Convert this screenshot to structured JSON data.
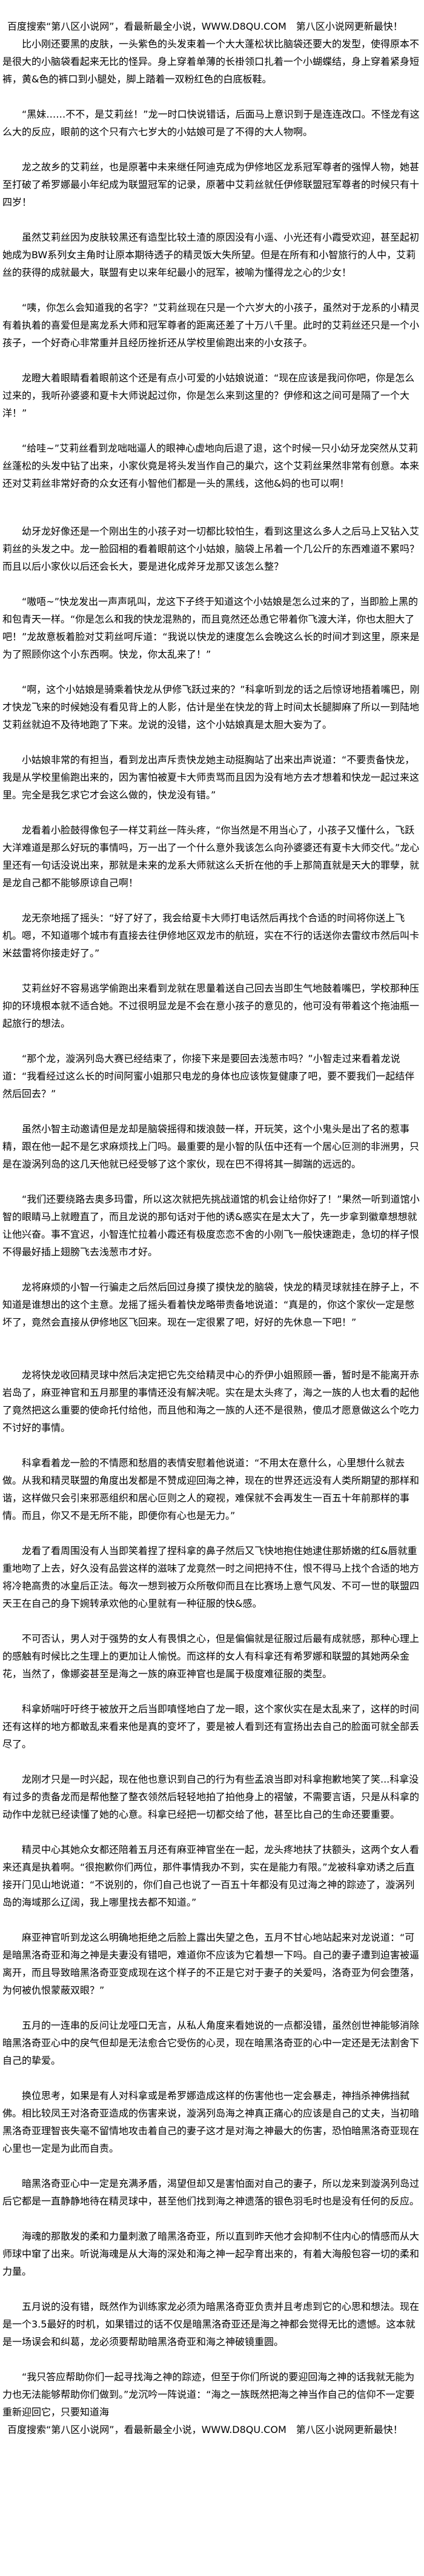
{
  "banner": {
    "text": "百度搜索“第八区小说网”，看最新最全小说，WWW.D8QU.COM　第八区小说网更新最快！"
  },
  "paragraphs": [
    "比小刚还要黑的皮肤，一头紫色的头发束着一个大大蓬松状比脑袋还要大的发型，使得原本不是很大的小脑袋看起来无比的怪异。身上穿着单薄的长褂领口扎着一个小蝴蝶结，身上穿着紧身短裤，黄&色的裤口到小腿处，脚上踏着一双粉红色的白底板鞋。",
    "“黑妹……不不，是艾莉丝！”龙一时口快说错话，后面马上意识到于是连连改口。不怪龙有这么大的反应，眼前的这个只有六七岁大的小姑娘可是了不得的大人物啊。",
    "龙之故乡的艾莉丝，也是原著中未来继任阿迪克成为伊修地区龙系冠军尊者的强悍人物，她甚至打破了希罗娜最小年纪成为联盟冠军的记录，原著中艾莉丝就任伊修联盟冠军尊者的时候只有十四岁！",
    "虽然艾莉丝因为皮肤较黑还有造型比较土渣的原因没有小遥、小光还有小霞受欢迎，甚至起初她成为BW系列女主角时让原本期待透子的精灵饭大失所望。但是在所有和小智旅行的人中，艾莉丝的获得的成就最大，联盟有史以来年纪最小的冠军，被喻为懂得龙之心的少女！",
    "“咦，你怎么会知道我的名字？”艾莉丝现在只是一个六岁大的小孩子，虽然对于龙系的小精灵有着执着的喜爱但是离龙系大师和冠军尊者的距离还差了十万八千里。此时的艾莉丝还只是一个小孩子，一个好奇心非常重并且经历挫折还从学校里偷跑出来的小女孩子。",
    "龙瞪大着眼睛看着眼前这个还是有点小可爱的小姑娘说道：“现在应该是我问你吧，你是怎么过来的，我听孙婆婆和夏卡大师说起过你，你是怎么来到这里的？伊修和这之间可是隔了一个大洋！”",
    "“给哇~”艾莉丝看到龙咄咄逼人的眼神心虚地向后退了退，这个时候一只小幼牙龙突然从艾莉丝蓬松的头发中钻了出来，小家伙竟是将头发当作自己的巢穴，这个艾莉丝果然非常有创意。本来还对艾莉丝非常好奇的众女还有小智他们都是一头的黑线，这他&妈的也可以啊！",
    "幼牙龙好像还是一个刚出生的小孩子对一切都比较怕生，看到这里这么多人之后马上又钻入艾莉丝的头发之中。龙一脸囧相的看着眼前这个小姑娘，脑袋上吊着一个几公斤的东西难道不累吗？而且以后小家伙以后还会长大，要是进化成斧牙龙那又该怎么整？",
    "“嗷唔~”快龙发出一声声吼叫，龙这下子终于知道这个小姑娘是怎么过来的了，当即脸上黑的和包青天一样。“你是怎么和我的快龙混熟的，而且竟然还怂恿它带着你飞渡大洋，你也太胆大了吧！”龙故意板着脸对艾莉丝呵斥道：“我说以快龙的速度怎么会晚这么长的时间才到这里，原来是为了照顾你这个小东西啊。快龙，你太乱来了！”",
    "“啊，这个小姑娘是骑乘着快龙从伊修飞跃过来的？”科拿听到龙的话之后惊讶地捂着嘴巴，刚才快龙飞来的时候她没有看见背上的人影，估计是坐在快龙的背上时间太长腿脚麻了所以一到陆地艾莉丝就迫不及待地跑了下来。龙说的没错，这个小姑娘真是太胆大妄为了。",
    "小姑娘非常的有担当，看到龙出声斥责快龙她主动挺胸站了出来出声说道：“不要责备快龙，我是从学校里偷跑出来的，因为害怕被夏卡大师责骂而且因为没有地方去才想着和快龙一起过来这里。完全是我乞求它才会这么做的，快龙没有错。”",
    "龙看着小脸鼓得像包子一样艾莉丝一阵头疼，“你当然是不用当心了，小孩子又懂什么，飞跃大洋难道是那么好玩的事情吗，万一出了一个什么意外我该怎么向孙婆婆还有夏卡大师交代。”龙心里还有一句话没说出来，那就是未来的龙系大师就这么夭折在他的手上那简直就是天大的罪孽，就是龙自己都不能够原谅自己啊！",
    "龙无奈地摇了摇头：“好了好了，我会给夏卡大师打电话然后再找个合适的时间将你送上飞机。嗯，不知道哪个城市有直接去往伊修地区双龙市的航班，实在不行的话送你去雷纹市然后叫卡米兹雷将你接走好了。”",
    "艾莉丝好不容易逃学偷跑出来看到龙就在思量着送自己回去当即生气地鼓着嘴巴，学校那种压抑的环境根本就不适合她。不过很明显龙是不会在意小孩子的意见的，他可没有带着这个拖油瓶一起旅行的想法。",
    "“那个龙，漩涡列岛大赛已经结束了，你接下来是要回去浅葱市吗？”小智走过来看着龙说道：“我看经过这么长的时间阿蜜小姐那只电龙的身体也应该恢复健康了吧，要不要我们一起结伴然后回去？”",
    "虽然小智主动邀请但是龙却是脑袋摇得和拨浪鼓一样，开玩笑，这个小鬼头是出了名的惹事精，跟在他一起不是乞求麻烦找上门吗。最重要的是小智的队伍中还有一个居心叵测的非洲男，只是在漩涡列岛的这几天他就已经受够了这个家伙，现在巴不得将其一脚踹的远远的。",
    "“我们还要绕路去奥多玛雷，所以这次就把先挑战道馆的机会让给你好了！”果然一听到道馆小智的眼睛马上就瞪直了，而且龙说的那句话对于他的诱&惑实在是太大了，先一步拿到徽章想想就让他兴奋。事不宜迟，小智连忙拉着小霞还有极度恋恋不舍的小刚飞一般快速跑走，急切的样子恨不得最好插上翅膀飞去浅葱市才好。",
    "龙将麻烦的小智一行骗走之后然后回过身摸了摸快龙的脑袋，快龙的精灵球就挂在脖子上，不知道是谁想出的这个主意。龙摇了摇头看着快龙略带责备地说道：“真是的，你这个家伙一定是憋坏了，竟然会直接从伊修地区飞回来。现在一定很累了吧，好好的先休息一下吧！”",
    "龙将快龙收回精灵球中然后决定把它先交给精灵中心的乔伊小姐照顾一番，暂时是不能离开赤岩岛了，麻亚神官和五月那里的事情还没有解决呢。实在是太头疼了，海之一族的人也太看的起他了竟然把这么重要的使命托付给他，而且他和海之一族的人还不是很熟，傻瓜才愿意做这么个吃力不讨好的事情。",
    "科拿看着龙一脸的不情愿和愁眉的表情安慰着他说道：“不用太在意什么，心里想什么就去做。从我和精灵联盟的角度出发都是不赞成迎回海之神，现在的世界还远没有人类所期望的那样和谐，这样做只会引来邪恶组织和居心叵则之人的窥视，难保就不会再发生一百五十年前那样的事情。而且，你又不是无所不能，即便你有心也是无力。”",
    "龙看了看周围没有人当即笑着捏了捏科拿的鼻子然后又飞快地抱住她逮住那娇嫩的红&唇就重重地吻了上去，好久没有品尝这样的滋味了龙竟然一时之间把持不住，恨不得马上找个合适的地方将冷艳高贵的冰皇后正法。每次一想到被万众所敬仰而且在比赛场上意气风发、不可一世的联盟四天王在自己的身下婉转承欢他的心里就有一种征服的快&感。",
    "不可否认，男人对于强势的女人有畏惧之心，但是偏偏就是征服过后最有成就感，那种心理上的感触有时候比之生理上的更加让人愉悦。而这样的女人有科拿还有希罗娜和联盟的其她两朵金花，当然了，像娜姿甚至是海之一族的麻亚神官也是属于极度难征服的类型。",
    "科拿娇喘吁吁终于被放开之后当即嗔怪地白了龙一眼，这个家伙实在是太乱来了，这样的时间还有这样的地方都敢乱来看来他是真的变坏了，要是被人看到还有宣扬出去自己的脸面可就全部丢尽了。",
    "龙刚才只是一时兴起，现在他也意识到自己的行为有些孟浪当即对科拿抱歉地笑了笑...科拿没有过多的责备龙而是帮他整了整衣领然后轻轻地拍了拍他身上的褶皱，不需要言语，只是从科拿的动作中龙就已经读懂了她的心意。科拿已经把一切都交给了他，甚至比自己的生命还要重要。",
    "精灵中心其她众女都还陪着五月还有麻亚神官坐在一起，龙头疼地扶了扶额头，这两个女人看来还真是执着啊。“很抱歉你们两位，那件事情我办不到，实在是能力有限。”龙被科拿劝诱之后直接开门见山地说道：“不说别的，你们自己也说了一百五十年都没有见过海之神的踪迹了，漩涡列岛的海域那么辽阔，我上哪里找去都不知道。”",
    "麻亚神官听到龙这么明确地拒绝之后脸上露出失望之色，五月不甘心地站起来对龙说道：“可是暗黑洛奇亚和海之神是夫妻没有错吧，难道你不应该为它着想一下吗。自己的妻子遭到迫害被逼离开，而且导致暗黑洛奇亚变成现在这个样子的不正是它对于妻子的关爱吗，洛奇亚为何会堕落，为何被仇恨蒙蔽双眼？”",
    "五月的一连串的反问让龙哑口无言，从私人角度来看她说的一点都没错，虽然创世神能够消除暗黑洛奇亚心中的戾气但却是无法愈合它受伤的心灵，现在暗黑洛奇亚的心中一定还是无法割舍下自己的挚爱。",
    "换位思考，如果是有人对科拿或是希罗娜造成这样的伤害他也一定会暴走，神挡杀神佛挡弑佛。相比较凤王对洛奇亚造成的伤害来说，漩涡列岛海之神真正痛心的应该是自己的丈夫，当初暗黑洛奇亚理智丧失毫不留情地攻击着自己的妻子这才是对海之神最大的伤害，恐怕暗黑洛奇亚现在心里也一定是为此而自责。",
    "暗黑洛奇亚心中一定是充满矛盾，渴望但却又是害怕面对自己的妻子，所以龙来到漩涡列岛过后它都是一直静静地待在精灵球中，甚至他们找到海之神遗落的银色羽毛时也是没有任何的反应。",
    "海魂的那散发的柔和力量刺激了暗黑洛奇亚，所以直到昨天他才会抑制不住内心的情感而从大师球中窜了出来。听说海魂是从大海的深处和海之神一起孕育出来的，有着大海般包容一切的柔和力量。",
    "五月说的没有错，既然作为训练家龙必须为暗黑洛奇亚负责并且考虑到它的心思和想法。现在是一个3.5最好的时机，如果错过的话不仅是暗黑洛奇亚还是海之神都会觉得无比的遗憾。这本就是一场误会和纠葛，龙必须要帮助暗黑洛奇亚和海之神破镜重圆。",
    "“我只答应帮助你们一起寻找海之神的踪迹，但至于你们所说的要迎回海之神的话我就无能为力也无法能够帮助你们做到。”龙沉吟一阵说道：“海之一族既然把海之神当作自己的信仰不一定要重新迎回它，只要知道海"
  ]
}
